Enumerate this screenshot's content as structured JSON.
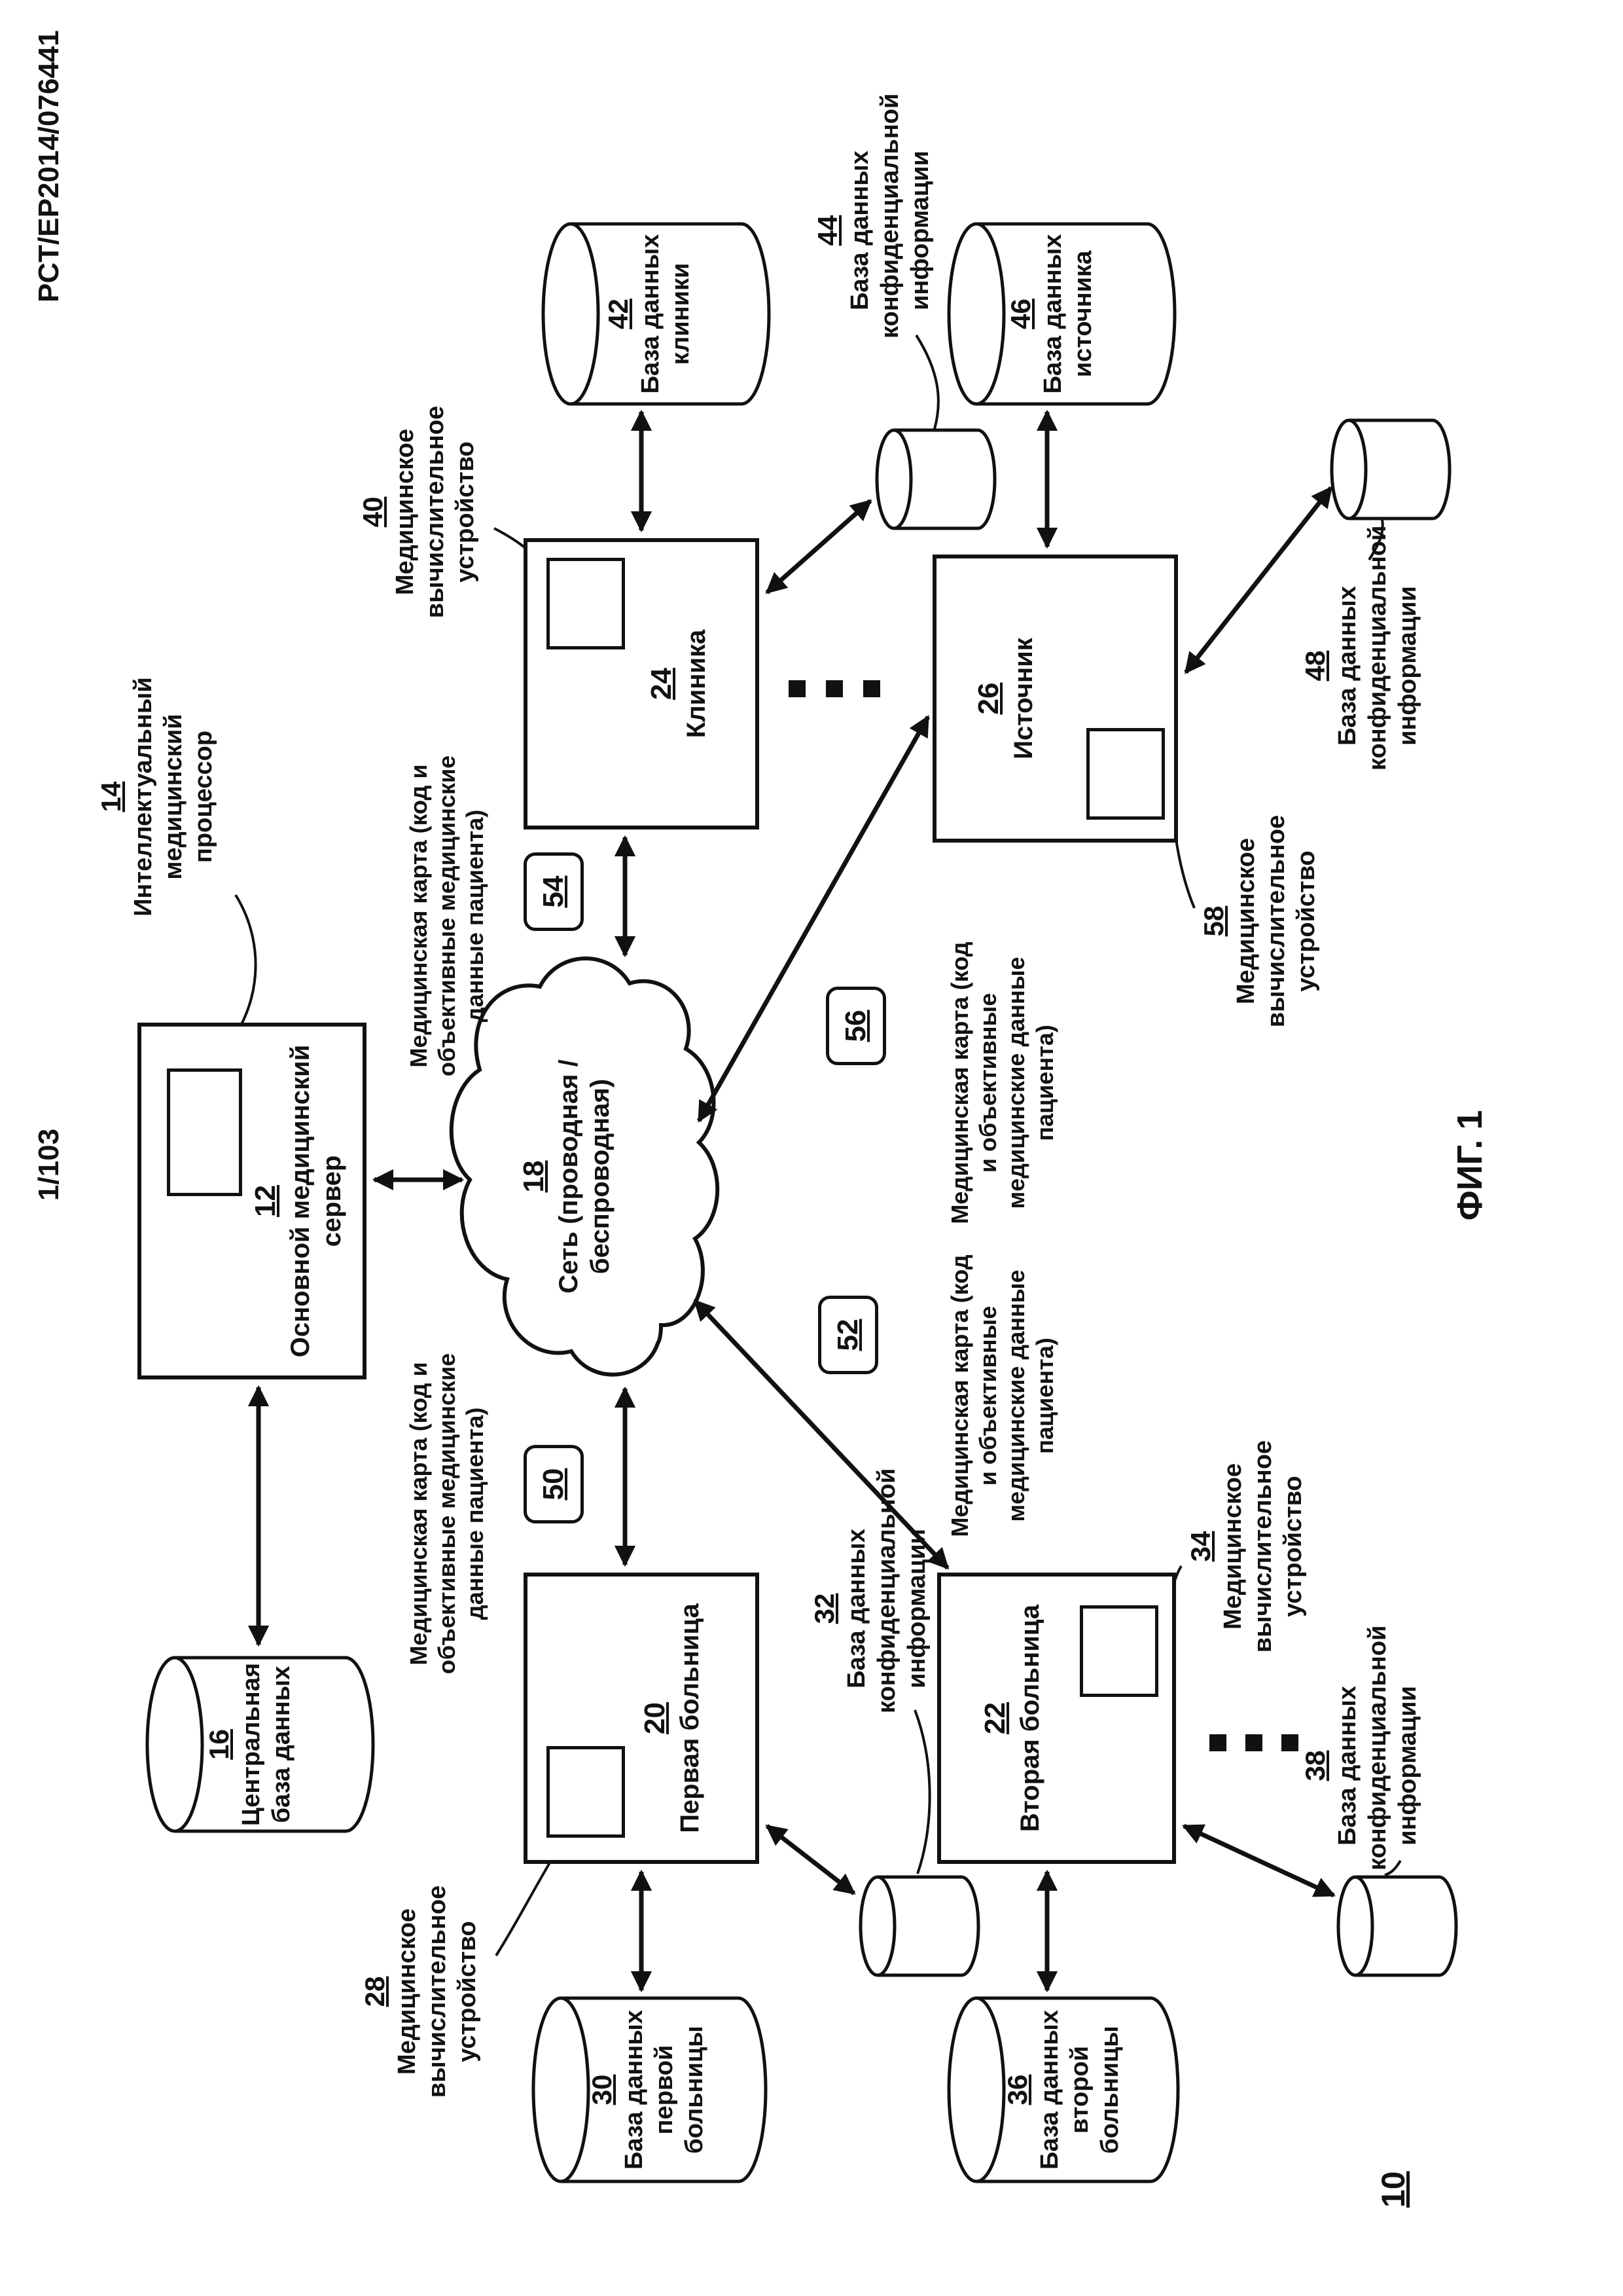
{
  "page": {
    "header": "PCT/EP2014/076441",
    "sheet": "1/103",
    "figure_caption": "ФИГ. 1",
    "system_ref": "10"
  },
  "colors": {
    "ink": "#111111",
    "paper": "#ffffff"
  },
  "nodes": {
    "server": {
      "num": "12",
      "label": "Основной медицинский сервер"
    },
    "processor": {
      "num": "14",
      "label": "Интеллектуальный медицинский процессор"
    },
    "central_db": {
      "num": "16",
      "label": "Центральная база данных"
    },
    "network": {
      "num": "18",
      "label": "Сеть (проводная / беспроводная)"
    },
    "hospital1": {
      "num": "20",
      "label": "Первая больница"
    },
    "hospital2": {
      "num": "22",
      "label": "Вторая больница"
    },
    "clinic": {
      "num": "24",
      "label": "Клиника"
    },
    "source": {
      "num": "26",
      "label": "Источник"
    },
    "device28": {
      "num": "28",
      "label": "Медицинское вычислительное устройство"
    },
    "hospital1_db": {
      "num": "30",
      "label": "База данных первой больницы"
    },
    "conf_db32": {
      "num": "32",
      "label": "База данных конфиденциальной информации"
    },
    "device34": {
      "num": "34",
      "label": "Медицинское вычислительное устройство"
    },
    "hospital2_db": {
      "num": "36",
      "label": "База данных второй больницы"
    },
    "conf_db38": {
      "num": "38",
      "label": "База данных конфиденциальной информации"
    },
    "device40": {
      "num": "40",
      "label": "Медицинское вычислительное устройство"
    },
    "clinic_db": {
      "num": "42",
      "label": "База данных клиники"
    },
    "conf_db44": {
      "num": "44",
      "label": "База данных конфиденциальной информации"
    },
    "source_db": {
      "num": "46",
      "label": "База данных источника"
    },
    "conf_db48": {
      "num": "48",
      "label": "База данных конфиденциальной информации"
    },
    "card50": {
      "num": "50",
      "label": "Медицинская карта (код и объективные медицинские данные пациента)"
    },
    "card52": {
      "num": "52",
      "label": "Медицинская карта (код и объективные медицинские данные пациента)"
    },
    "card54": {
      "num": "54",
      "label": "Медицинская карта (код и объективные медицинские данные пациента)"
    },
    "card56": {
      "num": "56",
      "label": "Медицинская карта (код и объективные медицинские данные пациента)"
    },
    "device58": {
      "num": "58",
      "label": "Медицинское вычислительное устройство"
    }
  }
}
